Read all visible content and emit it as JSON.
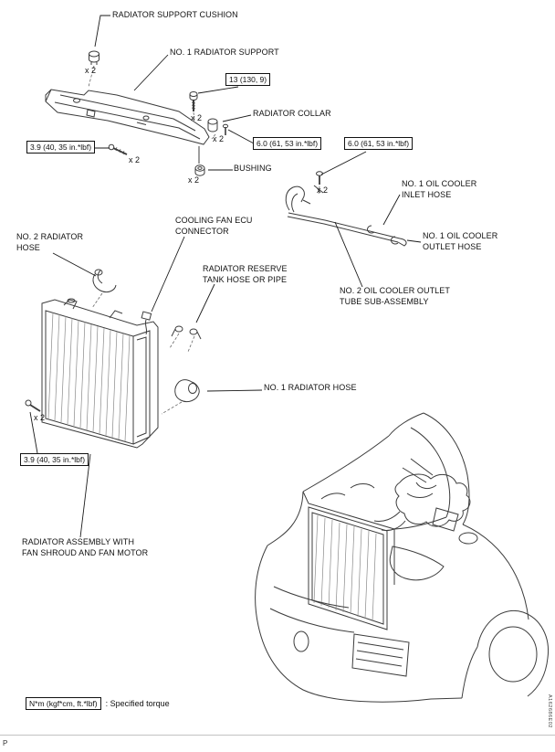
{
  "figure": {
    "part_labels": {
      "radiator_support_cushion": "RADIATOR SUPPORT CUSHION",
      "no1_radiator_support": "NO. 1 RADIATOR SUPPORT",
      "radiator_collar": "RADIATOR COLLAR",
      "bushing": "BUSHING",
      "no1_oil_cooler_inlet_hose": "NO. 1 OIL COOLER\nINLET HOSE",
      "no1_oil_cooler_outlet_hose": "NO. 1 OIL COOLER\nOUTLET HOSE",
      "no2_oil_cooler_outlet_tube": "NO. 2 OIL COOLER OUTLET\nTUBE SUB-ASSEMBLY",
      "cooling_fan_ecu_connector": "COOLING FAN ECU\nCONNECTOR",
      "no2_radiator_hose": "NO. 2 RADIATOR\nHOSE",
      "radiator_reserve_tank_hose_or_pipe": "RADIATOR RESERVE\nTANK HOSE OR PIPE",
      "no1_radiator_hose": "NO. 1 RADIATOR HOSE",
      "radiator_assembly": "RADIATOR ASSEMBLY WITH\nFAN SHROUD AND FAN MOTOR"
    },
    "torque_specs": {
      "support_bolt": "13 (130, 9)",
      "collar_bolt": "6.0 (61, 53 in.*lbf)",
      "cushion_screw": "3.9 (40, 35 in.*lbf)"
    },
    "quantity_note": "x 2",
    "legend": {
      "unit_box": "N*m (kgf*cm, ft.*lbf)",
      "meaning": ": Specified torque"
    },
    "footer": {
      "page_marker": "P",
      "figure_code": "A162686E02"
    },
    "colors": {
      "line": "#3c3c3c",
      "leader": "#1a1a1a",
      "background": "#ffffff"
    }
  }
}
